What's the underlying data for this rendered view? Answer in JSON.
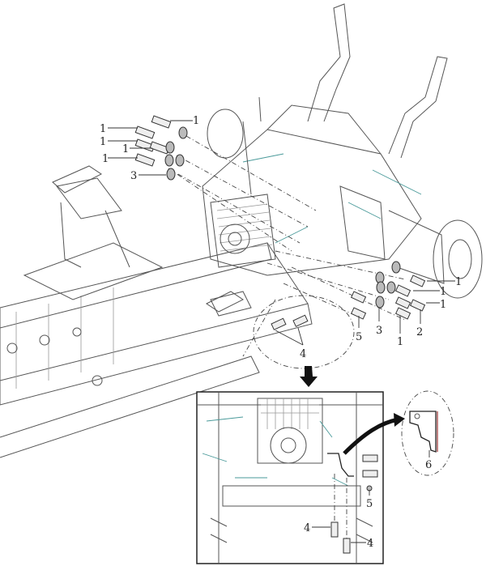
{
  "diagram": {
    "main_labels": {
      "top_left": [
        "1",
        "1",
        "1",
        "1",
        "1",
        "3"
      ],
      "right": [
        "1",
        "1",
        "1",
        "2",
        "3",
        "1",
        "5",
        "4"
      ]
    },
    "inset_labels": [
      "6",
      "5",
      "4",
      "4"
    ],
    "colors": {
      "line": "#555555",
      "accent": "#4a9a9a",
      "bracket_edge": "#a04040"
    }
  }
}
